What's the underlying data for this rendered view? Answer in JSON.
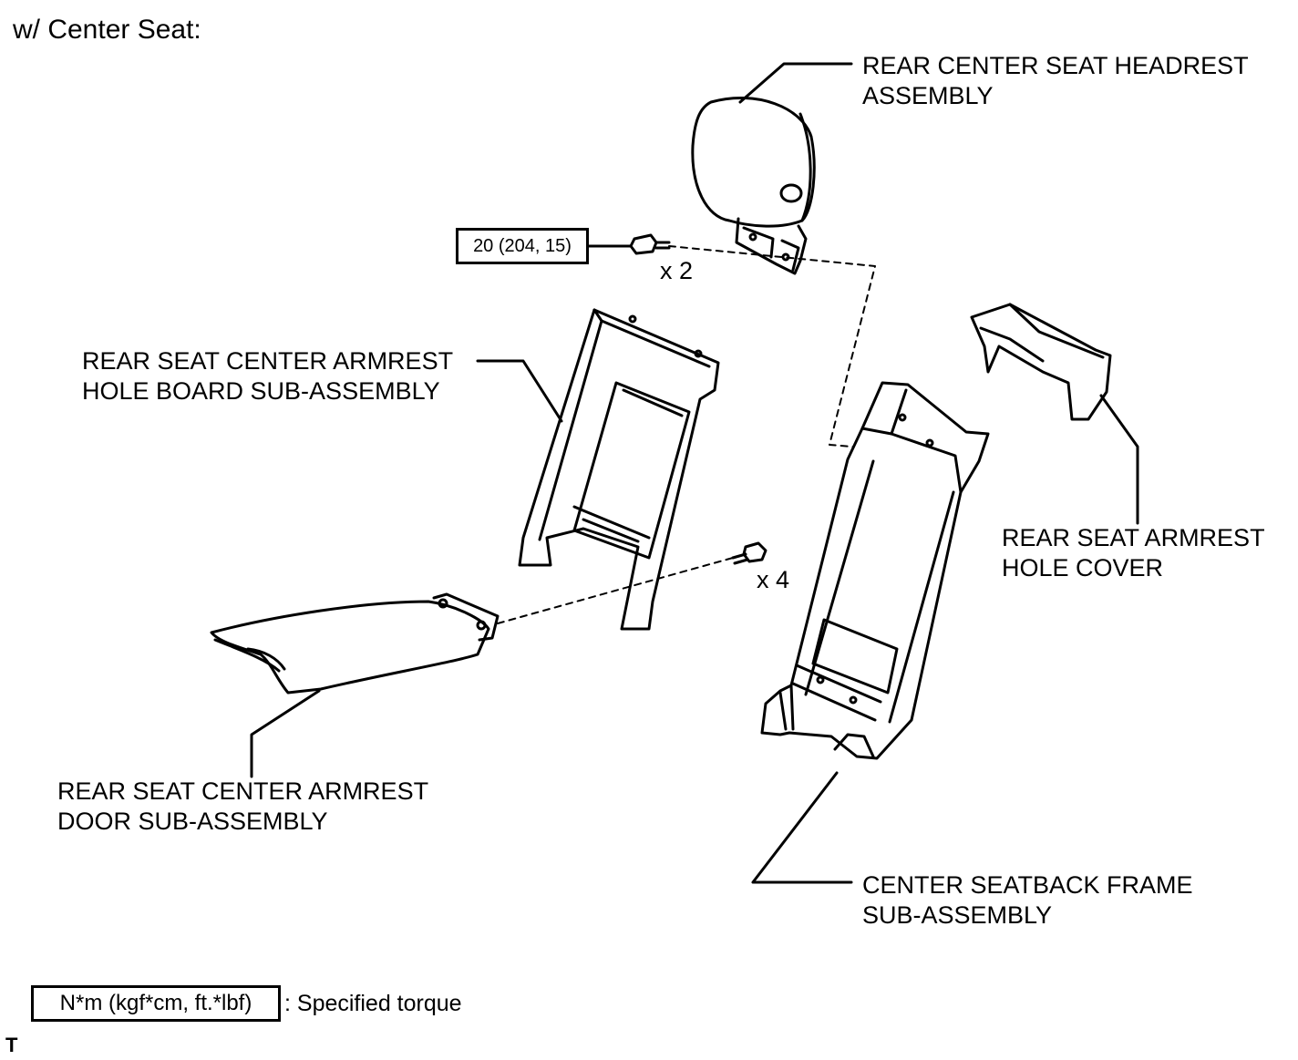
{
  "title": "w/ Center Seat:",
  "parts": {
    "headrest": [
      "REAR CENTER SEAT HEADREST",
      "ASSEMBLY"
    ],
    "hole_board": [
      "REAR SEAT CENTER ARMREST",
      "HOLE BOARD SUB-ASSEMBLY"
    ],
    "hole_cover": [
      "REAR SEAT ARMREST",
      "HOLE COVER"
    ],
    "armrest_door": [
      "REAR SEAT CENTER ARMREST",
      "DOOR SUB-ASSEMBLY"
    ],
    "frame": [
      "CENTER SEATBACK FRAME",
      "SUB-ASSEMBLY"
    ]
  },
  "torque_value": "20 (204, 15)",
  "bolt_qty_headrest": "x 2",
  "bolt_qty_armrest": "x 4",
  "legend": {
    "unit": "N*m (kgf*cm, ft.*lbf)",
    "description": ": Specified torque"
  },
  "corner_mark": "T"
}
